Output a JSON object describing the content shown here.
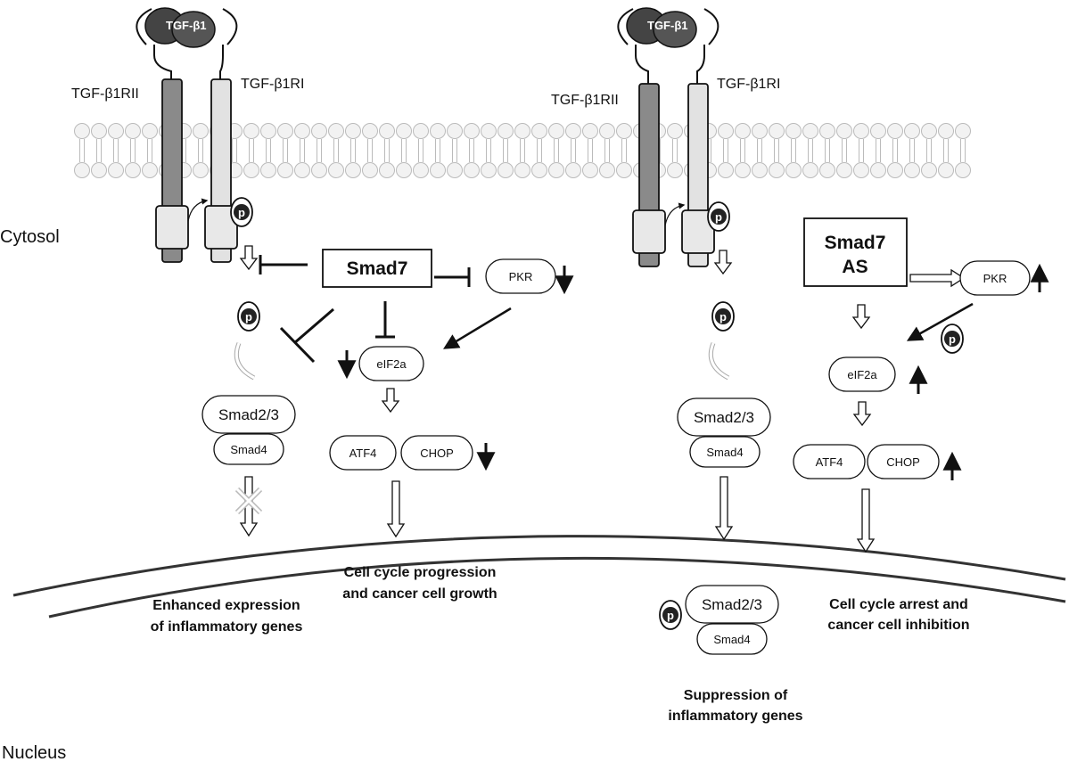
{
  "labels": {
    "ligand": "TGF-β1",
    "receptor_ii": "TGF-β1RII",
    "receptor_i": "TGF-β1RI",
    "cytosol": "Cytosol",
    "nucleus": "Nucleus",
    "phospho": "p"
  },
  "left_panel": {
    "smad7": "Smad7",
    "pkr": "PKR",
    "eif2a": "eIF2a",
    "atf4": "ATF4",
    "chop": "CHOP",
    "smad23": "Smad2/3",
    "smad4": "Smad4",
    "outcome_1": [
      "Enhanced expression",
      "of inflammatory genes"
    ],
    "outcome_2": [
      "Cell cycle progression",
      "and cancer cell growth"
    ]
  },
  "right_panel": {
    "smad7as": [
      "Smad7",
      "AS"
    ],
    "pkr": "PKR",
    "eif2a": "eIF2a",
    "atf4": "ATF4",
    "chop": "CHOP",
    "smad23": "Smad2/3",
    "smad4": "Smad4",
    "nuclear_smad23": "Smad2/3",
    "nuclear_smad4": "Smad4",
    "outcome_1": [
      "Suppression of",
      "inflammatory genes"
    ],
    "outcome_2": [
      "Cell cycle arrest and",
      "cancer cell inhibition"
    ]
  }
}
